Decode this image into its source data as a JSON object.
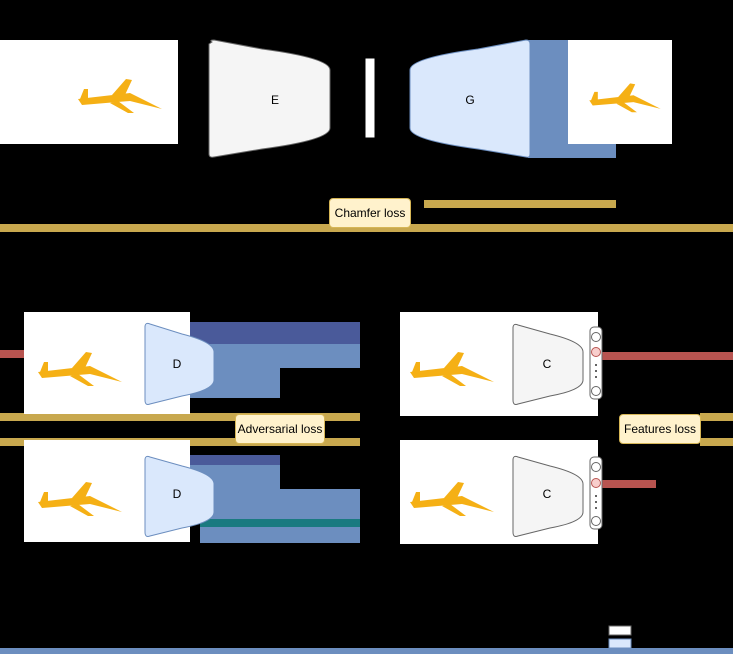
{
  "encoder_label": "E",
  "generator_label": "G",
  "discriminator_label": "D",
  "classifier_label": "C",
  "chamfer_loss": "Chamfer loss",
  "adversarial_loss": "Adversarial loss",
  "features_loss": "Features loss",
  "colors": {
    "background": "#000000",
    "panel": "#ffffff",
    "encoder_fill": "#f5f5f5",
    "generator_fill": "#dae8fc",
    "loss_fill": "#fff2cc",
    "loss_border": "#d6b656",
    "gold_line": "#c8a84e",
    "blue_line": "#6c8ebf",
    "navy_line": "#4a5a9a",
    "red_line": "#b85450",
    "teal_line": "#1a7a80",
    "plane": "#f5b015"
  },
  "icons": [
    "point-cloud-airplane-icon"
  ]
}
